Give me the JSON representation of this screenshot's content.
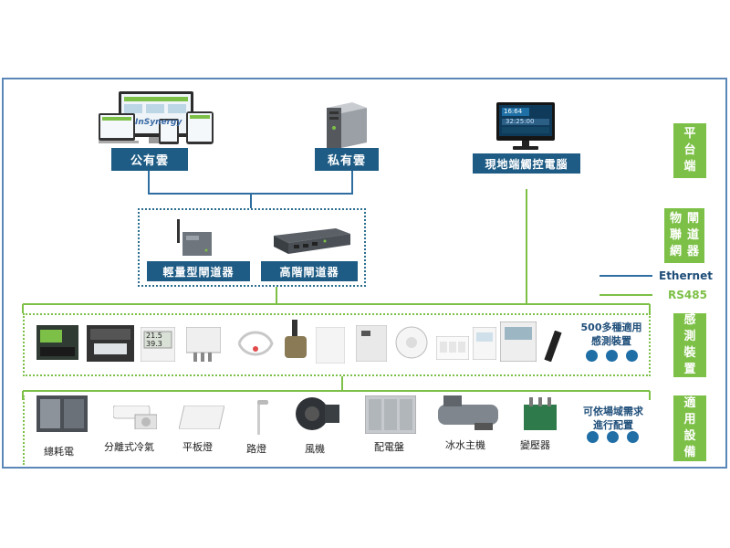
{
  "top": {
    "public_cloud": "公有雲",
    "private_cloud": "私有雲",
    "touch_pc": "現地端觸控電腦",
    "brand_on_monitor": "InSynergy",
    "touch_screen_values": [
      "16:64",
      "32:25:00"
    ]
  },
  "gateways": {
    "light": "輕量型閘道器",
    "advanced": "高階閘道器"
  },
  "side_labels": {
    "platform": [
      "平",
      "台",
      "端"
    ],
    "iot_gateway_col1": [
      "物",
      "聯",
      "網"
    ],
    "iot_gateway_col2": [
      "閘",
      "道",
      "器"
    ],
    "sensing": [
      "感",
      "測",
      "裝",
      "置"
    ],
    "equipment": [
      "適",
      "用",
      "設",
      "備"
    ]
  },
  "legend": {
    "ethernet": "Ethernet",
    "rs485": "RS485",
    "ethernet_color": "#2f6ea0",
    "rs485_color": "#7dc047"
  },
  "sensors": {
    "note_line1": "500多種適用",
    "note_line2": "感測裝置",
    "sensor_display": [
      "21.5",
      "39.3"
    ]
  },
  "equipment": {
    "items": [
      "總耗電",
      "分離式冷氣",
      "平板燈",
      "路燈",
      "風機",
      "配電盤",
      "冰水主機",
      "變壓器"
    ],
    "note_line1": "可依場域需求",
    "note_line2": "進行配置"
  }
}
